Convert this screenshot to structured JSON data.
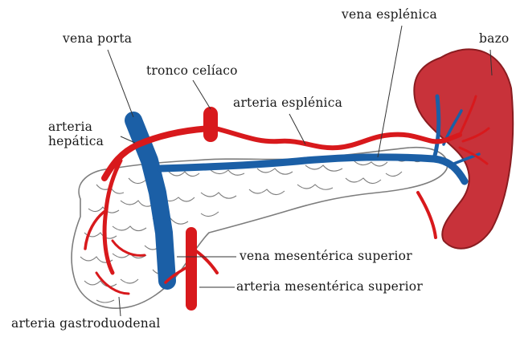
{
  "labels": {
    "vena_porta": "vena porta",
    "vena_esplenica": "vena esplénica",
    "bazo": "bazo",
    "tronco_celiaco": "tronco celíaco",
    "arteria_hepatica": "arteria\nhepática",
    "arteria_esplenica": "arteria esplénica",
    "vena_mesenterica_superior": "vena mesentérica superior",
    "arteria_mesenterica_superior": "arteria mesentérica superior",
    "arteria_gastroduodenal": "arteria gastroduodenal"
  },
  "colors": {
    "artery": "#d8191c",
    "vein": "#1b5fa6",
    "spleen": "#c8323a",
    "spleen_edge": "#8a1c20",
    "pancreas_fill": "#ffffff",
    "pancreas_lines": "#7d7d7d",
    "leader_line": "#333333"
  }
}
